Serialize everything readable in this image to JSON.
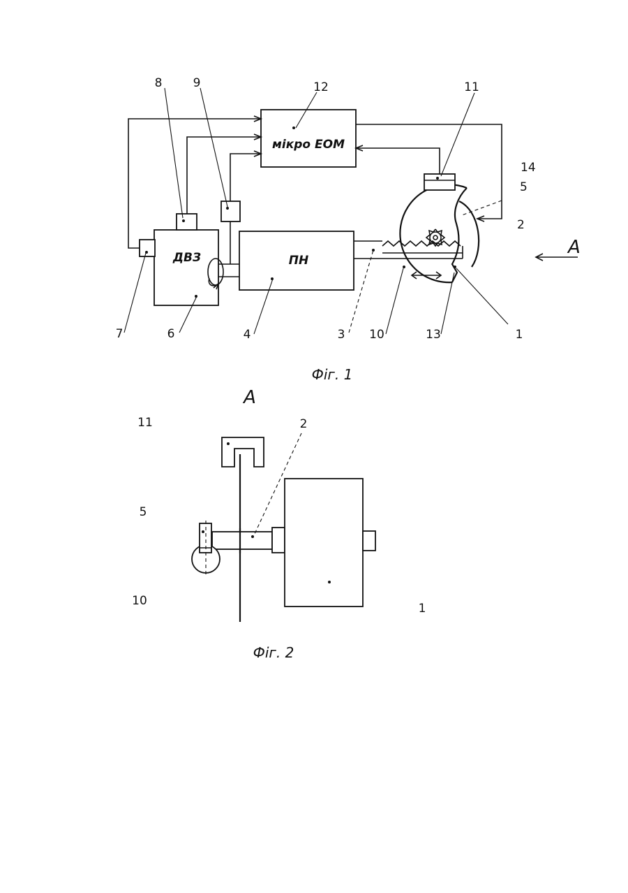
{
  "fig1": {
    "caption": "Фіг. 1",
    "view_marker": "A",
    "blocks": {
      "micro_computer": "мікро ЕОМ",
      "engine": "ДВЗ",
      "pump": "ПН"
    },
    "callouts": {
      "n1": "1",
      "n2": "2",
      "n3": "3",
      "n4": "4",
      "n5": "5",
      "n6": "6",
      "n7": "7",
      "n8": "8",
      "n9": "9",
      "n10": "10",
      "n11": "11",
      "n12": "12",
      "n13": "13",
      "n14": "14"
    }
  },
  "fig2": {
    "caption": "Фіг. 2",
    "view_letter": "A",
    "callouts": {
      "n1": "1",
      "n2": "2",
      "n5": "5",
      "n10": "10",
      "n11": "11"
    }
  }
}
